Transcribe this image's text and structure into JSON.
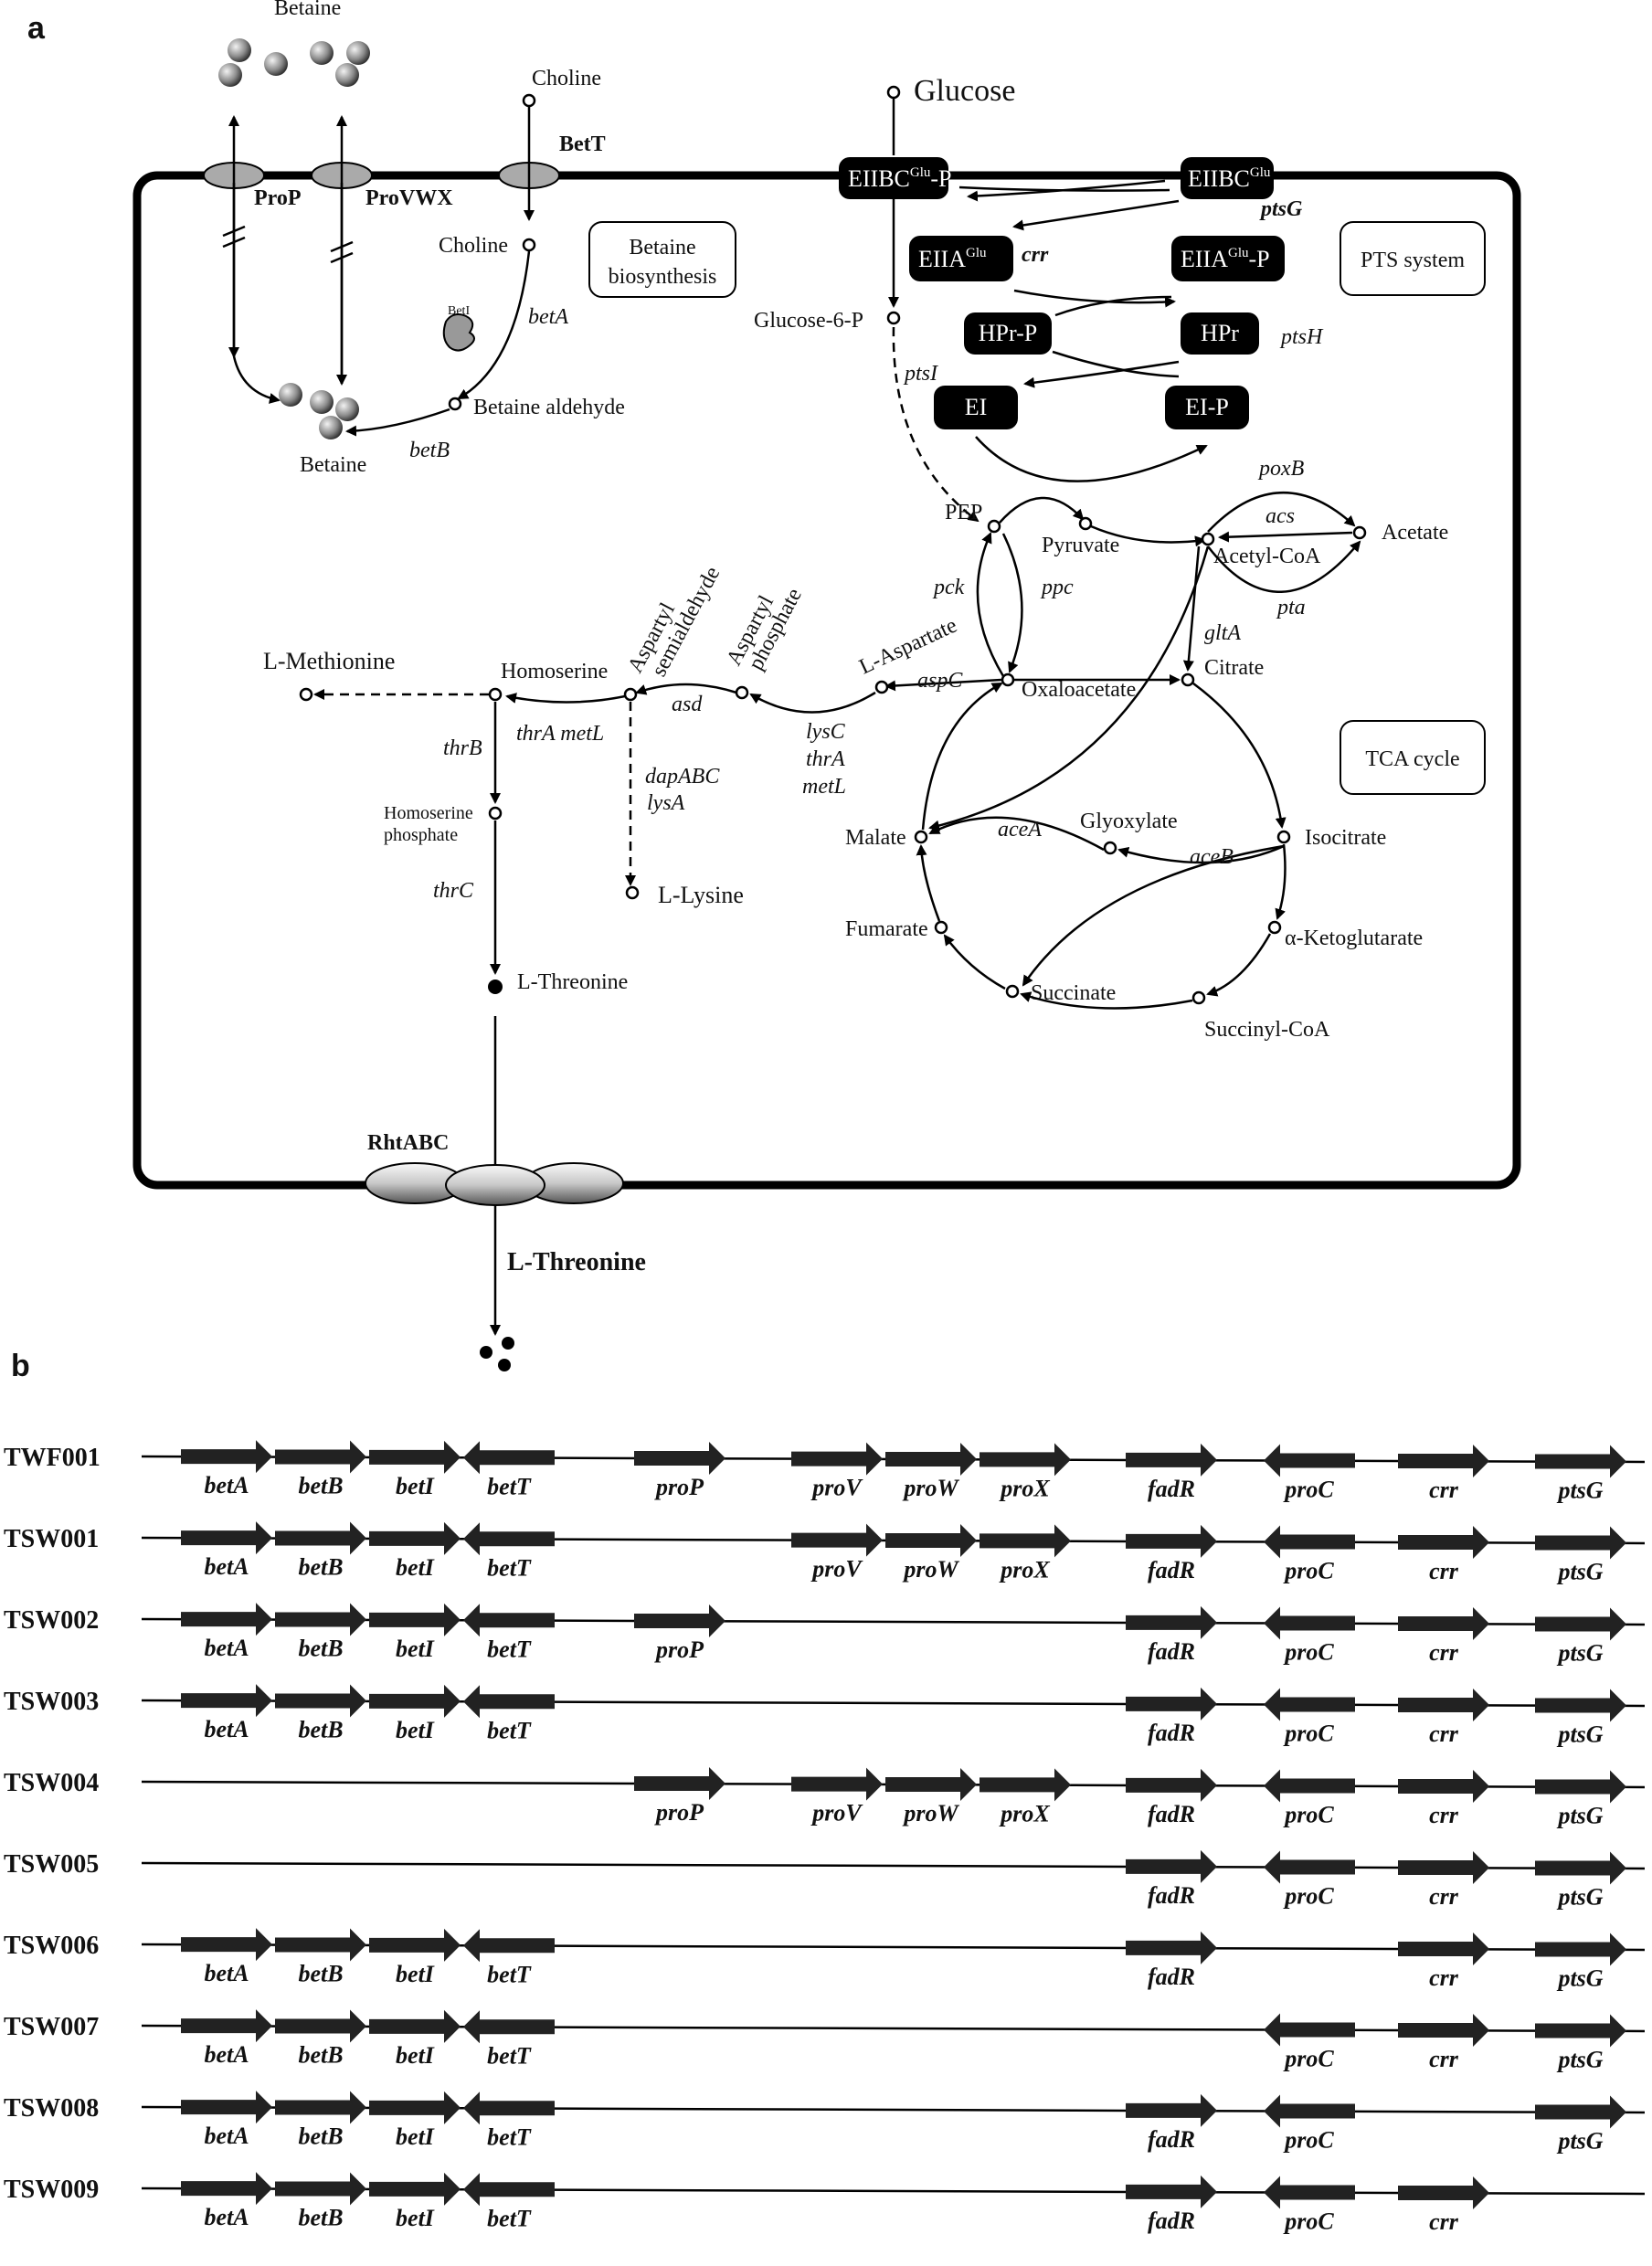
{
  "panels": {
    "a": "a",
    "b": "b"
  },
  "boxes": {
    "betaine_biosynthesis": [
      "Betaine",
      "biosynthesis"
    ],
    "pts_system": "PTS system",
    "tca_cycle": "TCA cycle"
  },
  "transporters": {
    "prop": "ProP",
    "provwx": "ProVWX",
    "bett": "BetT",
    "rhtabc": "RhtABC"
  },
  "pts": {
    "eiibc_glu_p": {
      "base": "EIIBC",
      "sup": "Glu",
      "suffix": "-P"
    },
    "eiibc_glu": {
      "base": "EIIBC",
      "sup": "Glu",
      "suffix": ""
    },
    "eiia_glu": {
      "base": "EIIA",
      "sup": "Glu",
      "suffix": ""
    },
    "eiia_glu_p": {
      "base": "EIIA",
      "sup": "Glu",
      "suffix": "-P"
    },
    "hpr_p": "HPr-P",
    "hpr": "HPr",
    "ei": "EI",
    "ei_p": "EI-P"
  },
  "metabolites": {
    "betaine_out": "Betaine",
    "choline_out": "Choline",
    "choline_in": "Choline",
    "betaine_aldehyde": "Betaine aldehyde",
    "betaine_in": "Betaine",
    "beti_protein": "BetI",
    "glucose": "Glucose",
    "glucose_6_p": "Glucose-6-P",
    "pep": "PEP",
    "pyruvate": "Pyruvate",
    "acetyl_coa": "Acetyl-CoA",
    "acetate": "Acetate",
    "citrate": "Citrate",
    "isocitrate": "Isocitrate",
    "alpha_ketoglutarate": "α-Ketoglutarate",
    "succinyl_coa": "Succinyl-CoA",
    "succinate": "Succinate",
    "fumarate": "Fumarate",
    "malate": "Malate",
    "glyoxylate": "Glyoxylate",
    "oxaloacetate": "Oxaloacetate",
    "l_aspartate": "L-Aspartate",
    "aspartyl_phosphate": [
      "Aspartyl",
      "phosphate"
    ],
    "aspartyl_semialdehyde": [
      "Aspartyl",
      "semialdehyde"
    ],
    "homoserine": "Homoserine",
    "l_methionine": "L-Methionine",
    "homoserine_phosphate": [
      "Homoserine",
      "phosphate"
    ],
    "l_threonine_in": "L-Threonine",
    "l_lysine": "L-Lysine",
    "l_threonine_out": "L-Threonine"
  },
  "enzymes": {
    "betA": "betA",
    "betB": "betB",
    "ptsG": "ptsG",
    "crr": "crr",
    "ptsH": "ptsH",
    "ptsI": "ptsI",
    "poxB": "poxB",
    "acs": "acs",
    "pta": "pta",
    "pck": "pck",
    "ppc": "ppc",
    "gltA": "gltA",
    "aspC": "aspC",
    "asd": "asd",
    "thrA_metL": "thrA metL",
    "thrB": "thrB",
    "thrC": "thrC",
    "lysC_thrA_metL": [
      "lysC",
      "thrA",
      "metL"
    ],
    "dapABC_lysA": [
      "dapABC",
      "lysA"
    ],
    "aceA": "aceA",
    "aceB": "aceB"
  },
  "gene_map": {
    "genes": [
      {
        "name": "betA",
        "dir": "right"
      },
      {
        "name": "betB",
        "dir": "right"
      },
      {
        "name": "betI",
        "dir": "right"
      },
      {
        "name": "betT",
        "dir": "left"
      },
      {
        "name": "proP",
        "dir": "right"
      },
      {
        "name": "proV",
        "dir": "right"
      },
      {
        "name": "proW",
        "dir": "right"
      },
      {
        "name": "proX",
        "dir": "right"
      },
      {
        "name": "fadR",
        "dir": "right"
      },
      {
        "name": "proC",
        "dir": "left"
      },
      {
        "name": "crr",
        "dir": "right"
      },
      {
        "name": "ptsG",
        "dir": "right"
      }
    ],
    "strains": [
      {
        "name": "TWF001",
        "genes": [
          "betA",
          "betB",
          "betI",
          "betT",
          "proP",
          "proV",
          "proW",
          "proX",
          "fadR",
          "proC",
          "crr",
          "ptsG"
        ]
      },
      {
        "name": "TSW001",
        "genes": [
          "betA",
          "betB",
          "betI",
          "betT",
          "proV",
          "proW",
          "proX",
          "fadR",
          "proC",
          "crr",
          "ptsG"
        ]
      },
      {
        "name": "TSW002",
        "genes": [
          "betA",
          "betB",
          "betI",
          "betT",
          "proP",
          "fadR",
          "proC",
          "crr",
          "ptsG"
        ]
      },
      {
        "name": "TSW003",
        "genes": [
          "betA",
          "betB",
          "betI",
          "betT",
          "fadR",
          "proC",
          "crr",
          "ptsG"
        ]
      },
      {
        "name": "TSW004",
        "genes": [
          "proP",
          "proV",
          "proW",
          "proX",
          "fadR",
          "proC",
          "crr",
          "ptsG"
        ]
      },
      {
        "name": "TSW005",
        "genes": [
          "fadR",
          "proC",
          "crr",
          "ptsG"
        ]
      },
      {
        "name": "TSW006",
        "genes": [
          "betA",
          "betB",
          "betI",
          "betT",
          "fadR",
          "crr",
          "ptsG"
        ]
      },
      {
        "name": "TSW007",
        "genes": [
          "betA",
          "betB",
          "betI",
          "betT",
          "proC",
          "crr",
          "ptsG"
        ]
      },
      {
        "name": "TSW008",
        "genes": [
          "betA",
          "betB",
          "betI",
          "betT",
          "fadR",
          "proC",
          "ptsG"
        ]
      },
      {
        "name": "TSW009",
        "genes": [
          "betA",
          "betB",
          "betI",
          "betT",
          "fadR",
          "proC",
          "crr"
        ]
      }
    ]
  }
}
